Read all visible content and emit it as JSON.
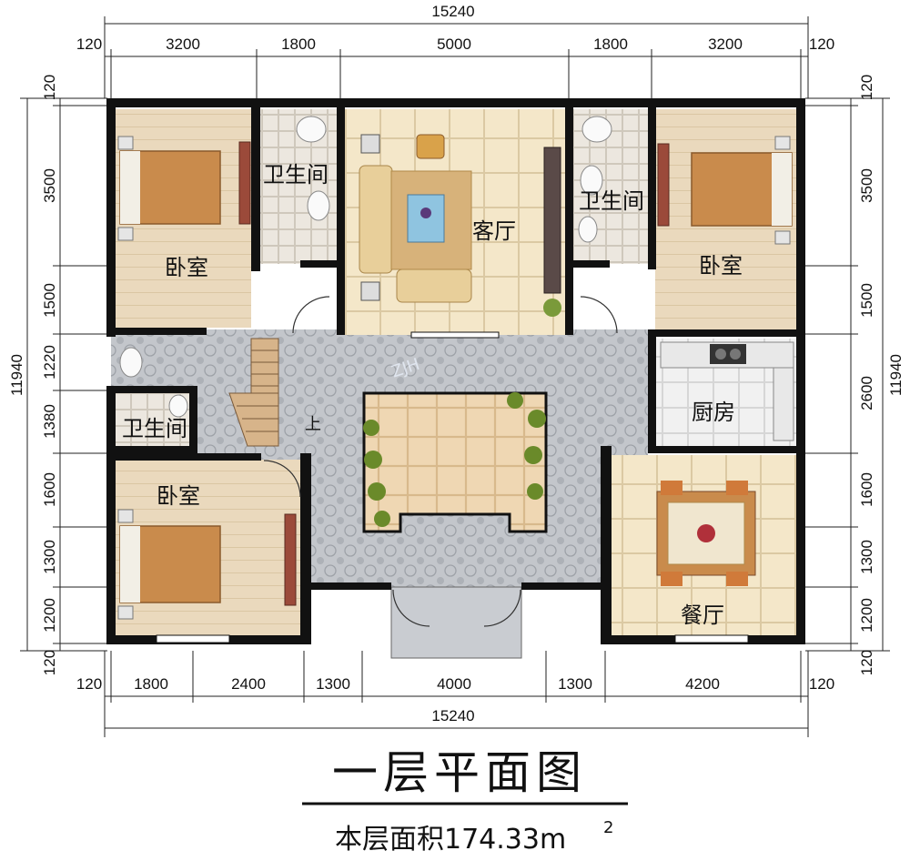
{
  "dimensions": {
    "top_total": "15240",
    "bottom_total": "15240",
    "left_total": "11940",
    "right_total": "11940",
    "top": [
      "120",
      "3200",
      "1800",
      "5000",
      "1800",
      "3200",
      "120"
    ],
    "bottom": [
      "120",
      "1800",
      "2400",
      "1300",
      "4000",
      "1300",
      "4200",
      "120"
    ],
    "left": [
      "120",
      "3500",
      "1500",
      "1220",
      "1380",
      "1600",
      "1300",
      "1200",
      "120"
    ],
    "right": [
      "120",
      "3500",
      "1500",
      "2600",
      "1600",
      "1300",
      "1200",
      "120"
    ]
  },
  "rooms": {
    "bedroom_nw": "卧室",
    "bath_n1": "卫生间",
    "living": "客厅",
    "bath_n2": "卫生间",
    "bedroom_ne": "卧室",
    "bath_w": "卫生间",
    "stair_label": "上",
    "bedroom_sw": "卧室",
    "kitchen": "厨房",
    "dining": "餐厅"
  },
  "caption": {
    "title": "一层平面图",
    "area_label": "本层面积174.33m",
    "area_sup": "2"
  },
  "colors": {
    "wall": "#111111",
    "wood_floor": "#e9dcc4",
    "tile_floor": "#f3e6c8",
    "hall_floor": "#b8bcc2",
    "bed_quilt": "#c98b4c"
  }
}
